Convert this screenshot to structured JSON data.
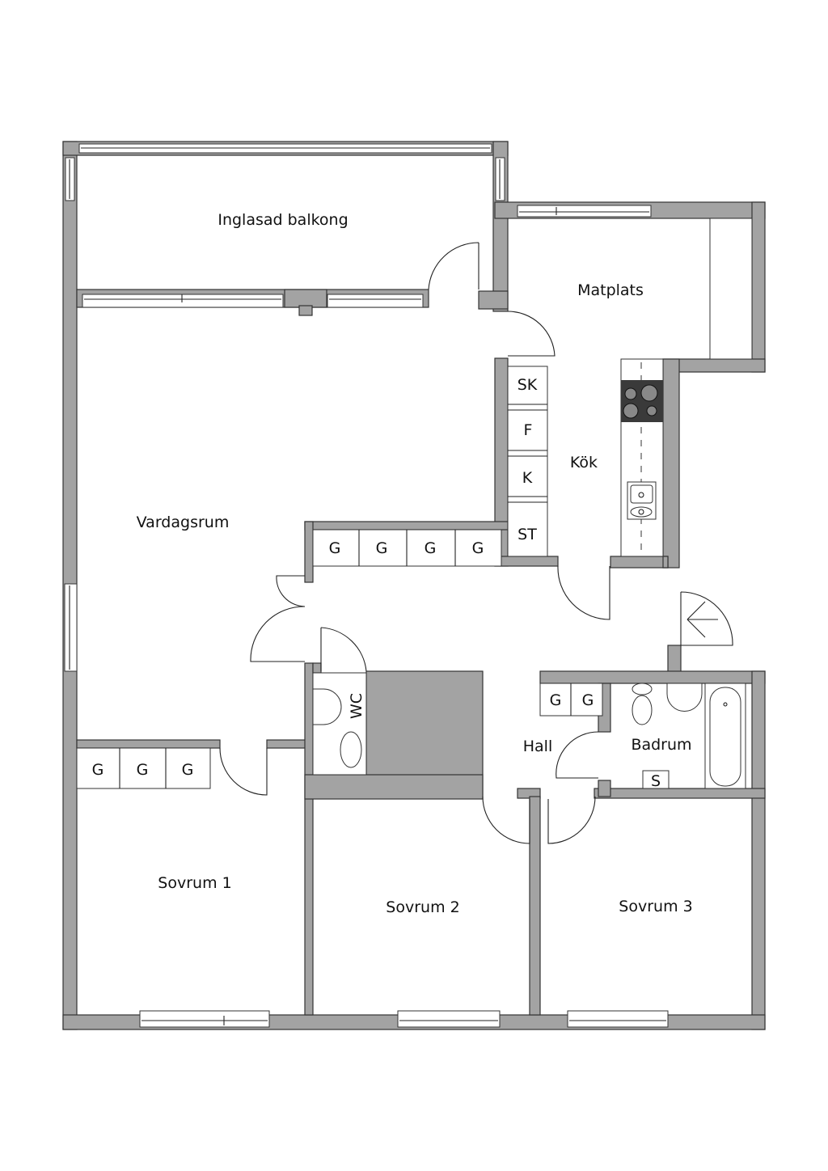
{
  "rooms": {
    "balcony": "Inglasad balkong",
    "living": "Vardagsrum",
    "dining": "Matplats",
    "kitchen": "Kök",
    "hall": "Hall",
    "bathroom": "Badrum",
    "wc": "WC",
    "bedroom1": "Sovrum 1",
    "bedroom2": "Sovrum 2",
    "bedroom3": "Sovrum 3"
  },
  "kitchen_units": [
    "SK",
    "F",
    "K",
    "ST"
  ],
  "closet_label": "G",
  "bath_unit": "S",
  "colors": {
    "wall": "#a3a3a3",
    "line": "#333333",
    "hob": "#3a3a3a"
  }
}
